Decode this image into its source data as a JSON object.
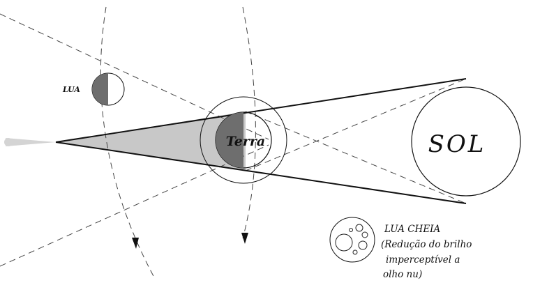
{
  "labels": {
    "moon": "LUA",
    "earth": "Terra",
    "sun": "SOL",
    "full_moon_note": [
      "LUA CHEIA",
      "(Redução do brilho",
      "imperceptível a",
      "olho nu)"
    ]
  },
  "colors": {
    "penumbra": "#c8c8c8",
    "shadow_dark": "#6e6e6e",
    "line": "#111111"
  }
}
